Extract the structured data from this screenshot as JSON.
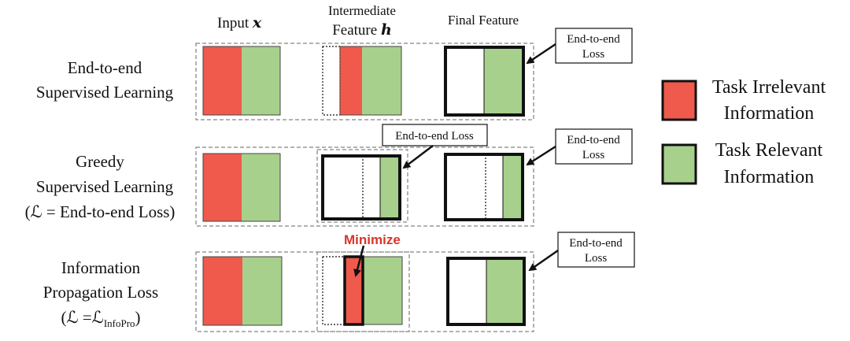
{
  "headers": {
    "input": "Input",
    "input_symbol": "x",
    "intermediate_line1": "Intermediate",
    "intermediate_line2": "Feature",
    "intermediate_symbol": "h",
    "final": "Final Feature"
  },
  "rows": {
    "row1": {
      "line1": "End-to-end",
      "line2": "Supervised Learning"
    },
    "row2": {
      "line1": "Greedy",
      "line2": "Supervised Learning",
      "line3": "(ℒ = End-to-end Loss)"
    },
    "row3": {
      "line1": "Information",
      "line2": "Propagation Loss",
      "line3_prefix": "(ℒ =ℒ",
      "line3_sub": "InfoPro",
      "line3_suffix": ")"
    }
  },
  "callouts": {
    "final_loss_line1": "End-to-end",
    "final_loss_line2": "Loss",
    "intermediate_loss": "End-to-end Loss",
    "minimize": "Minimize"
  },
  "legend": {
    "irrelevant_line1": "Task Irrelevant",
    "irrelevant_line2": "Information",
    "relevant_line1": "Task Relevant",
    "relevant_line2": "Information"
  },
  "colors": {
    "irrelevant": "#ef5a4c",
    "relevant": "#a8d08d",
    "minimize_text": "#d9352a",
    "frame": "#111111",
    "dashed": "#666666"
  }
}
